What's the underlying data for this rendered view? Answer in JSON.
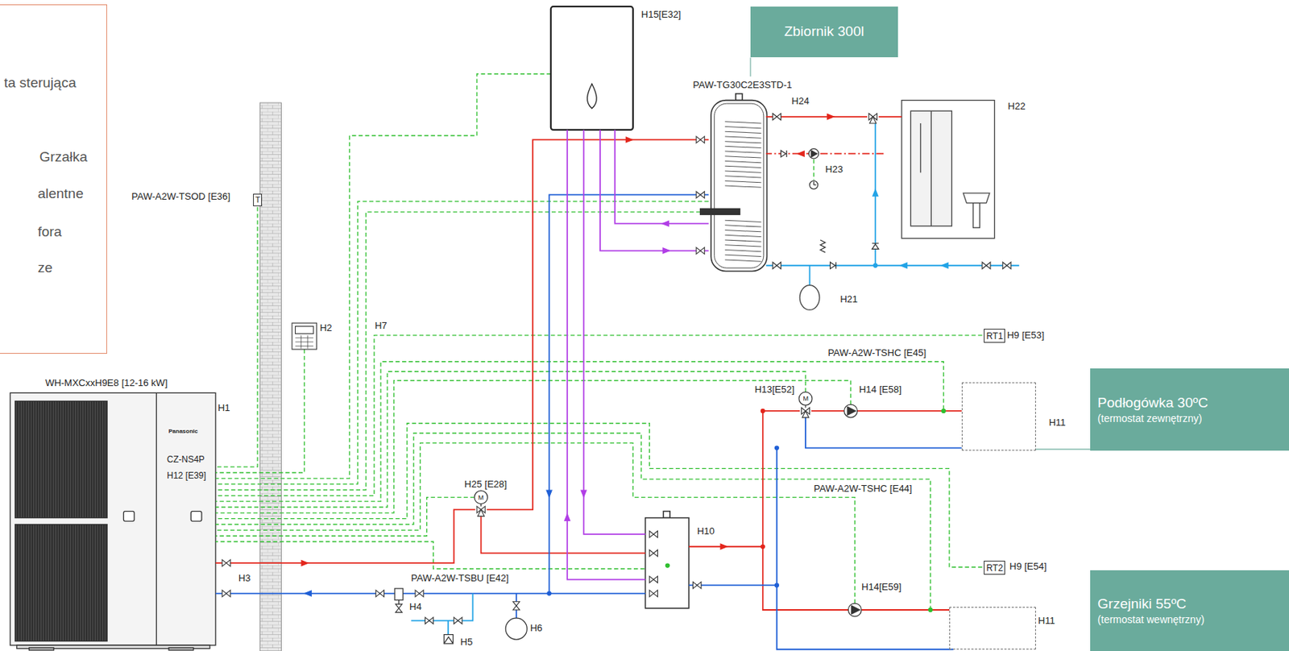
{
  "diagram": {
    "nodes": [
      {
        "text": [
          "ta sterująca",
          "Grzałka",
          "alentne",
          "fora",
          "ze"
        ]
      },
      {
        "text": [
          "Zbiornik 300l"
        ]
      },
      {
        "text": [
          "T"
        ]
      },
      {
        "text": [
          "RT1"
        ]
      },
      {
        "text": [
          "Podłogówka 30ºC",
          "(termostat zewnętrzny)"
        ]
      },
      {
        "text": [
          "H11"
        ]
      },
      {
        "text": [
          "RT2"
        ]
      },
      {
        "text": [
          "Grzejniki 55ºC",
          "(termostat wewnętrzny)"
        ]
      },
      {
        "text": [
          "H11"
        ]
      }
    ],
    "edges": [
      {
        "from": 4,
        "to": 5,
        "arrow": "none"
      }
    ],
    "labels": [
      "H15[E32]",
      "PAW-TG30C2E3STD-1",
      "H24",
      "H22",
      "H23",
      "PAW-A2W-TSOD [E36]",
      "H21",
      "H2",
      "H7",
      "H9 [E53]",
      "PAW-A2W-TSHC [E45]",
      "WH-MXCxxH9E8 [12-16 kW]",
      "H1",
      "H13[E52]",
      "H14 [E58]",
      "Panasonic",
      "CZ-NS4P",
      "H12 [E39]",
      "H25 [E28]",
      "H10",
      "PAW-A2W-TSHC [E44]",
      "H9 [E54]",
      "PAW-A2W-TSBU [E42]",
      "H3",
      "H14[E59]",
      "H4",
      "H6",
      "H5",
      "M",
      "M"
    ]
  }
}
